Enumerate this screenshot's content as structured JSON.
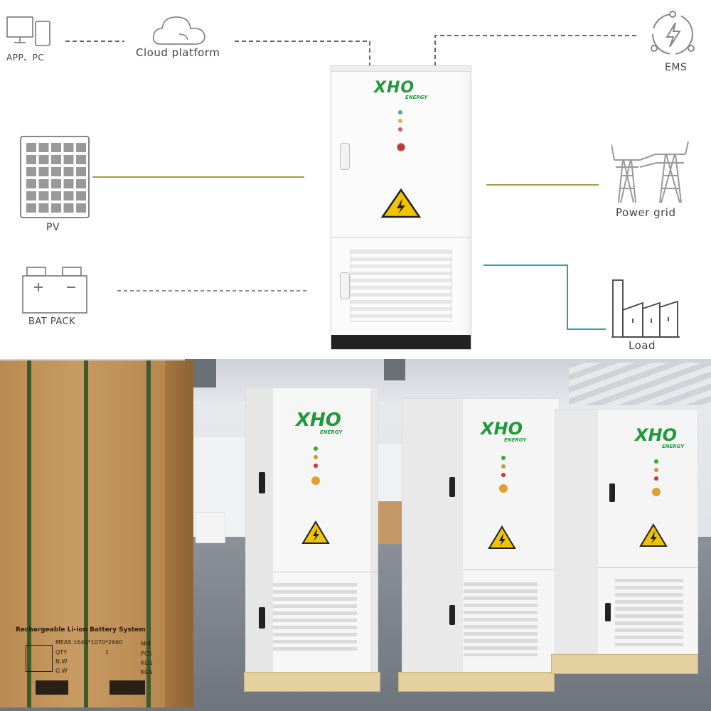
{
  "diagram": {
    "app_pc_label": "APP、PC",
    "cloud_label": "Cloud platform",
    "ems_label": "EMS",
    "pv_label": "PV",
    "bat_pack_label": "BAT PACK",
    "power_grid_label": "Power grid",
    "load_label": "Load",
    "brand_logo": "XHO",
    "brand_sub": "ENERGY"
  },
  "photo": {
    "brand_logo": "XHO",
    "brand_sub": "ENERGY",
    "box_title": "Rechargeable Li-ion Battery System",
    "box_meas": "MEAS:1640*1070*2660",
    "box_meas_unit": "MM",
    "box_qty_label": "QTY",
    "box_qty_value": "1",
    "box_qty_unit": "PCS",
    "box_nw_label": "N.W",
    "box_nw_unit": "KGS",
    "box_gw_label": "G.W",
    "box_gw_unit": "KGS"
  },
  "colors": {
    "brand_green": "#1f9a3a",
    "pv_grid_line": "#9b8a3a",
    "load_line": "#1f8fa8",
    "warning_yellow": "#f2c400",
    "cardboard": "#b98a52"
  },
  "icons": [
    "monitor-pc-icon",
    "cloud-icon",
    "ems-lightning-icon",
    "solar-panel-icon",
    "battery-icon",
    "power-tower-icon",
    "factory-icon",
    "high-voltage-warning-icon"
  ]
}
